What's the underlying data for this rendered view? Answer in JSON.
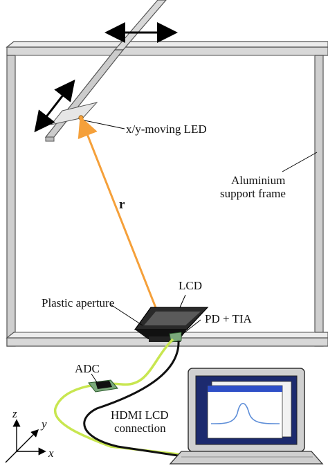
{
  "labels": {
    "led": "x/y-moving LED",
    "frame_line1": "Aluminium",
    "frame_line2": "support frame",
    "r": "r",
    "lcd": "LCD",
    "aperture": "Plastic aperture",
    "pd_tia": "PD + TIA",
    "adc": "ADC",
    "hdmi_line1": "HDMI LCD",
    "hdmi_line2": "connection",
    "axis_z": "z",
    "axis_y": "y",
    "axis_x": "x"
  },
  "colors": {
    "frame_fill": "#d4d4d4",
    "frame_edge": "#555555",
    "ray": "#f5a03a",
    "cable_yellow": "#c8e650",
    "cable_black": "#111111",
    "lcd_fill": "#2a2a2a",
    "board_green": "#7aa87a",
    "monitor_body": "#d0d0d0",
    "screen_bg": "#1c2a6e",
    "plot_curve": "#5e8ed8"
  },
  "icons": {
    "led_arrow": "double-headed-arrow",
    "rail_arrow": "double-headed-arrow",
    "monitor": "laptop-icon",
    "adc_board": "chip-icon"
  }
}
